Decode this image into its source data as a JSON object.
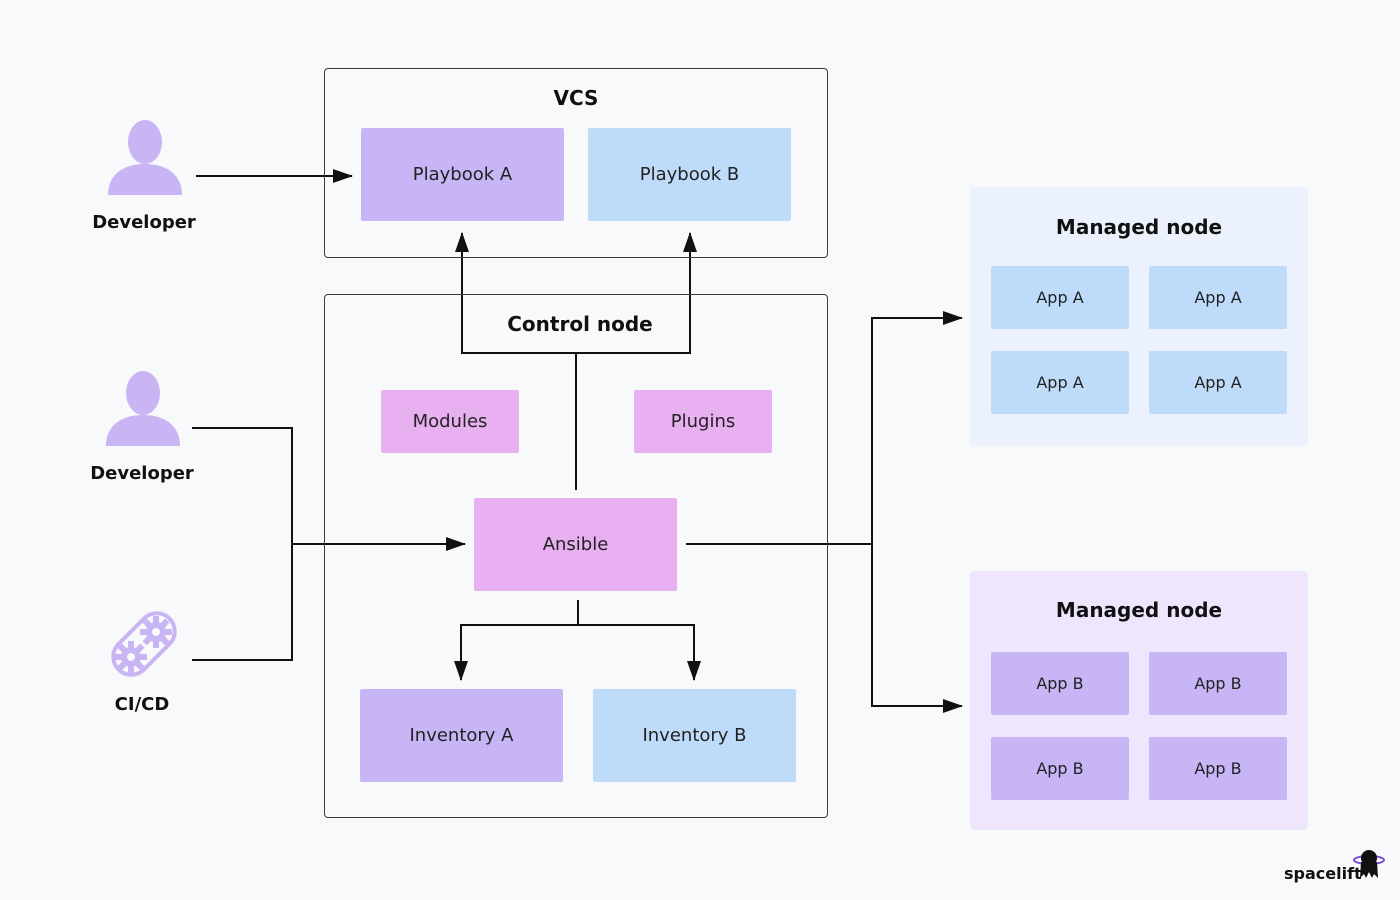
{
  "vcs": {
    "title": "VCS",
    "playbook_a": "Playbook A",
    "playbook_b": "Playbook B"
  },
  "control_node": {
    "title": "Control node",
    "modules": "Modules",
    "plugins": "Plugins",
    "ansible": "Ansible",
    "inventory_a": "Inventory A",
    "inventory_b": "Inventory B"
  },
  "actors": {
    "developer_top": "Developer",
    "developer_mid": "Developer",
    "cicd": "CI/CD"
  },
  "managed_node_a": {
    "title": "Managed node",
    "apps": [
      "App A",
      "App A",
      "App A",
      "App A"
    ]
  },
  "managed_node_b": {
    "title": "Managed node",
    "apps": [
      "App B",
      "App B",
      "App B",
      "App B"
    ]
  },
  "brand": "spacelift",
  "colors": {
    "purple": "#c8b5f5",
    "blue": "#bfdbfa",
    "pink": "#e8b0f0",
    "icon": "#c9b5f3",
    "line": "#111111"
  }
}
